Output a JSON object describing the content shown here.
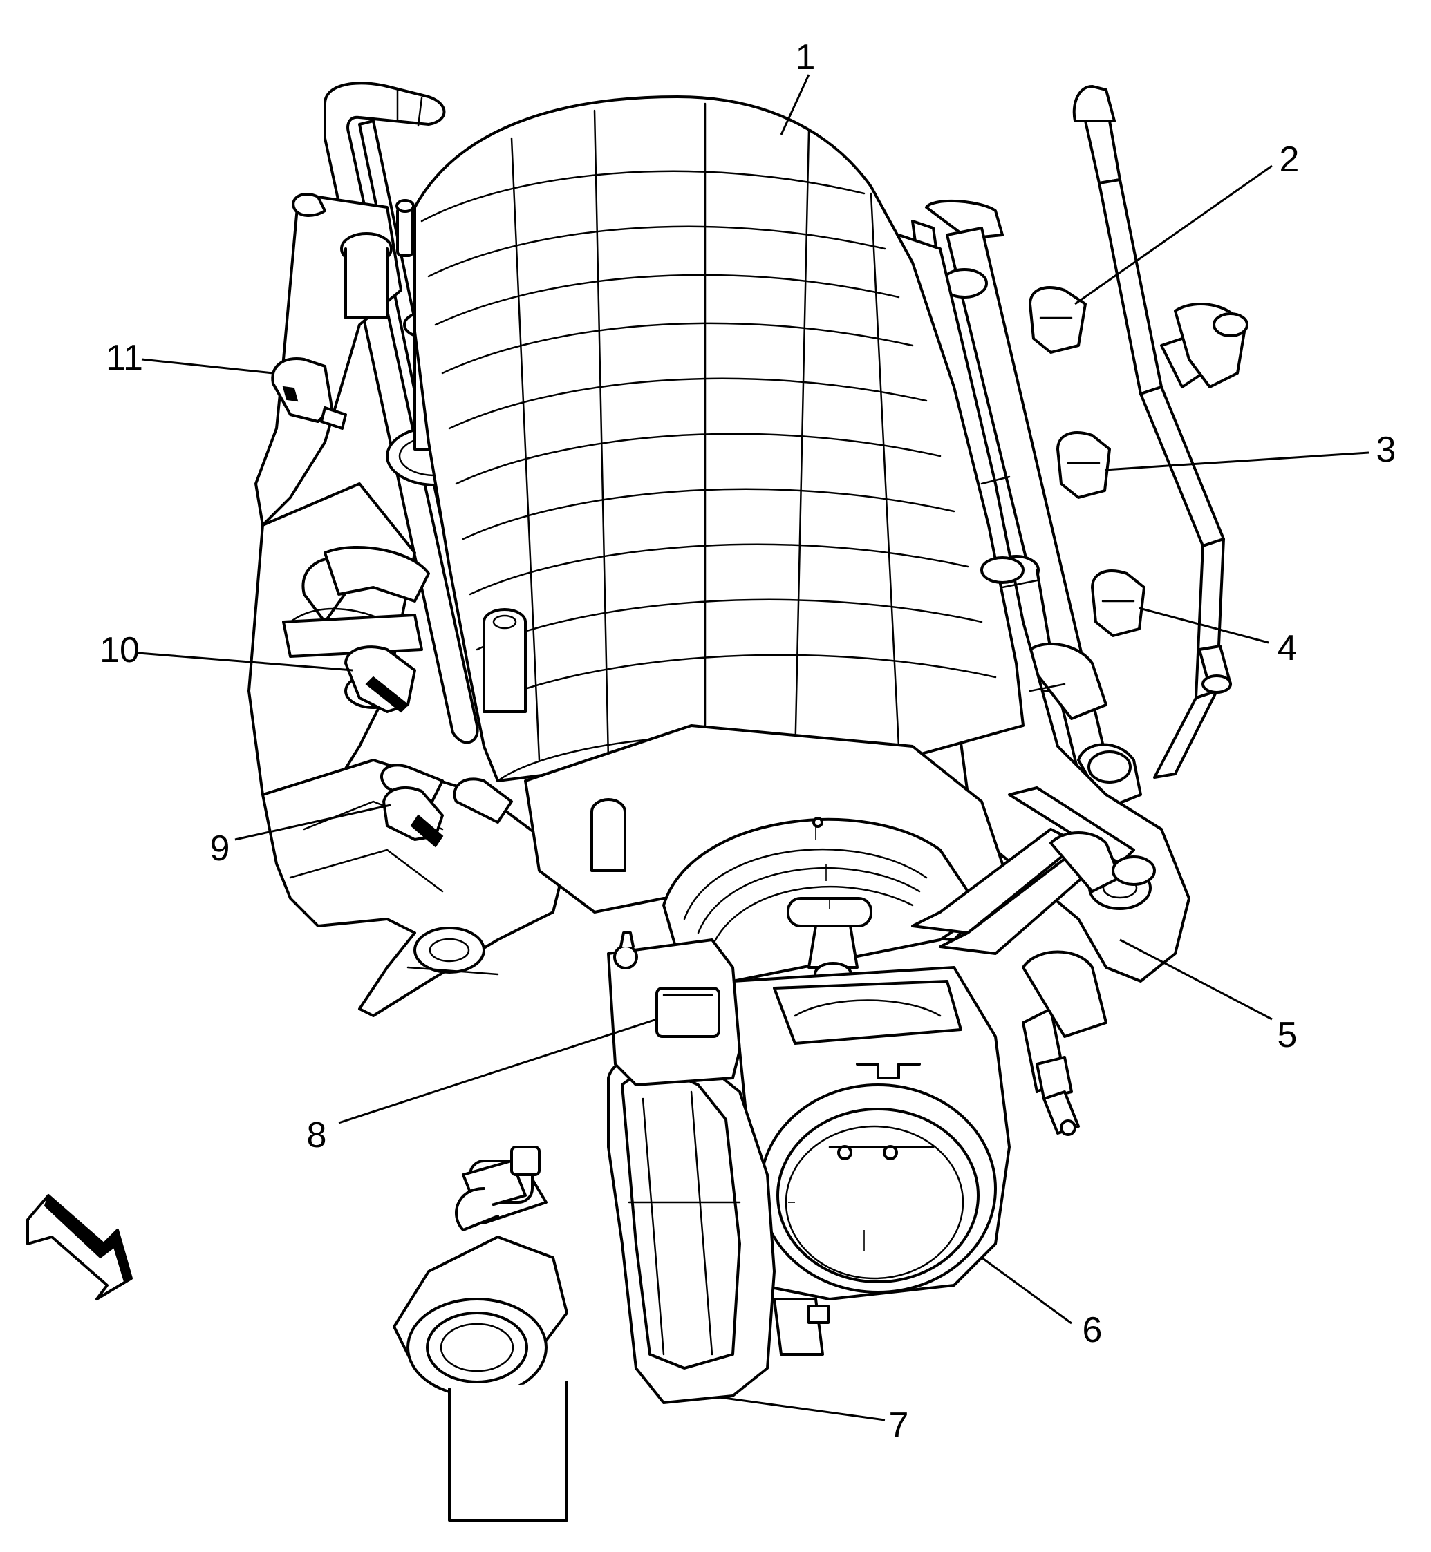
{
  "diagram": {
    "callouts": [
      {
        "id": "1",
        "label": "1"
      },
      {
        "id": "2",
        "label": "2"
      },
      {
        "id": "3",
        "label": "3"
      },
      {
        "id": "4",
        "label": "4"
      },
      {
        "id": "5",
        "label": "5"
      },
      {
        "id": "6",
        "label": "6"
      },
      {
        "id": "7",
        "label": "7"
      },
      {
        "id": "8",
        "label": "8"
      },
      {
        "id": "9",
        "label": "9"
      },
      {
        "id": "10",
        "label": "10"
      },
      {
        "id": "11",
        "label": "11"
      }
    ],
    "icons": {
      "view_direction": "view-direction-arrow-icon"
    },
    "colors": {
      "line": "#000000",
      "background": "#ffffff"
    }
  }
}
